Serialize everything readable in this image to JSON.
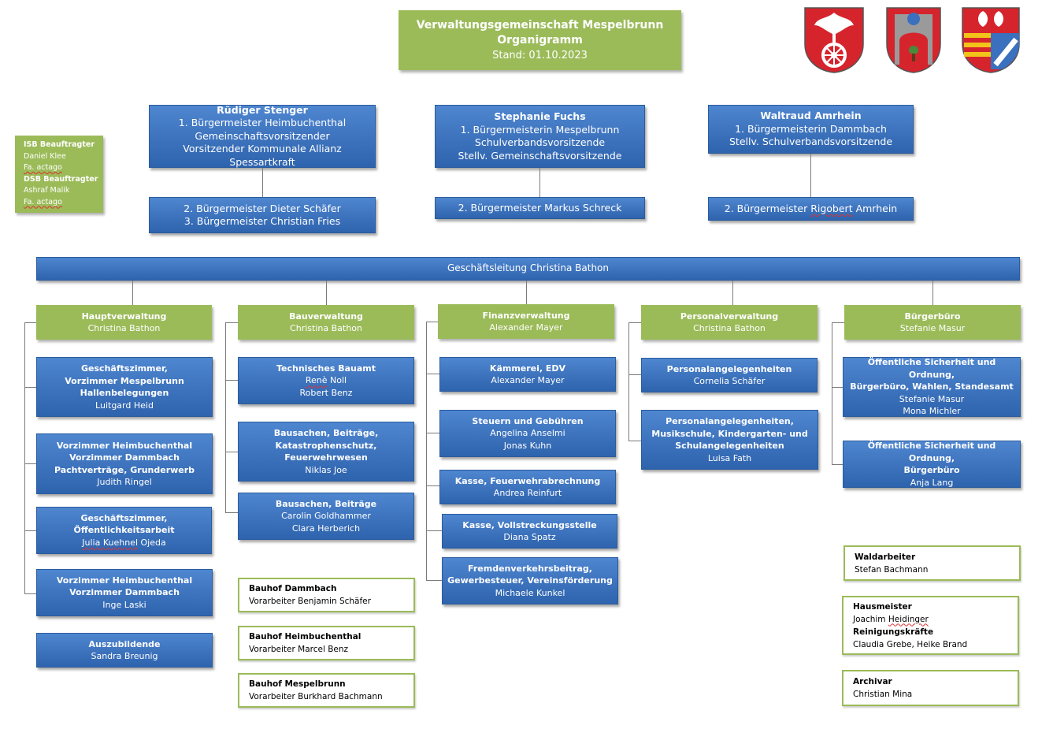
{
  "header": {
    "title1": "Verwaltungsgemeinschaft Mespelbrunn",
    "title2": "Organigramm",
    "stand": "Stand: 01.10.2023"
  },
  "isb": {
    "l1": "ISB Beauftragter",
    "l2": "Daniel Klee",
    "l3": "Fa. actago",
    "l4": "DSB Beauftragter",
    "l5": "Ashraf Malik",
    "l6": "Fa. actago"
  },
  "mayors": [
    {
      "name": "Rüdiger Stenger",
      "l1": "1. Bürgermeister Heimbuchenthal",
      "l2": "Gemeinschaftsvorsitzender",
      "l3": "Vorsitzender Kommunale Allianz Spessartkraft"
    },
    {
      "name": "Stephanie Fuchs",
      "l1": "1. Bürgermeisterin Mespelbrunn",
      "l2": "Schulverbandsvorsitzende",
      "l3": "Stellv. Gemeinschaftsvorsitzende"
    },
    {
      "name": "Waltraud Amrhein",
      "l1": "1. Bürgermeisterin Dammbach",
      "l2": "Stellv. Schulverbandsvorsitzende"
    }
  ],
  "deputies": [
    {
      "l1": "2. Bürgermeister Dieter Schäfer",
      "l2": "3. Bürgermeister Christian Fries"
    },
    {
      "l1": "2. Bürgermeister Markus Schreck"
    },
    {
      "l1": "2. Bürgermeister Rigobert Amrhein"
    }
  ],
  "management": "Geschäftsleitung Christina Bathon",
  "departments": [
    {
      "title": "Hauptverwaltung",
      "head": "Christina Bathon",
      "units": [
        {
          "lines": [
            "Geschäftszimmer,",
            "Vorzimmer Mespelbrunn",
            "Hallenbelegungen"
          ],
          "people": [
            "Luitgard Heid"
          ]
        },
        {
          "lines": [
            "Vorzimmer Heimbuchenthal",
            "Vorzimmer Dammbach",
            "Pachtverträge, Grunderwerb"
          ],
          "people": [
            "Judith Ringel"
          ]
        },
        {
          "lines": [
            "Geschäftszimmer,",
            "Öffentlichkeitsarbeit"
          ],
          "people": [
            "Julia Kuehnel Ojeda"
          ]
        },
        {
          "lines": [
            "Vorzimmer Heimbuchenthal",
            "Vorzimmer Dammbach"
          ],
          "people": [
            "Inge Laski"
          ]
        },
        {
          "lines": [
            "Auszubildende"
          ],
          "people": [
            "Sandra Breunig"
          ]
        }
      ]
    },
    {
      "title": "Bauverwaltung",
      "head": "Christina Bathon",
      "units": [
        {
          "lines": [
            "Technisches Bauamt"
          ],
          "people": [
            "Renè Noll",
            "Robert Benz"
          ]
        },
        {
          "lines": [
            "Bausachen, Beiträge,",
            "Katastrophenschutz,",
            "Feuerwehrwesen"
          ],
          "people": [
            "Niklas Joe"
          ]
        },
        {
          "lines": [
            "Bausachen, Beiträge"
          ],
          "people": [
            "Carolin Goldhammer",
            "Clara Herberich"
          ]
        }
      ]
    },
    {
      "title": "Finanzverwaltung",
      "head": "Alexander Mayer",
      "units": [
        {
          "lines": [
            "Kämmerei, EDV"
          ],
          "people": [
            "Alexander Mayer"
          ]
        },
        {
          "lines": [
            "Steuern und Gebühren"
          ],
          "people": [
            "Angelina Anselmi",
            "Jonas Kuhn"
          ]
        },
        {
          "lines": [
            "Kasse, Feuerwehrabrechnung"
          ],
          "people": [
            "Andrea Reinfurt"
          ]
        },
        {
          "lines": [
            "Kasse, Vollstreckungsstelle"
          ],
          "people": [
            "Diana Spatz"
          ]
        },
        {
          "lines": [
            "Fremdenverkehrsbeitrag,",
            "Gewerbesteuer, Vereinsförderung"
          ],
          "people": [
            "Michaele Kunkel"
          ]
        }
      ]
    },
    {
      "title": "Personalverwaltung",
      "head": "Christina Bathon",
      "units": [
        {
          "lines": [
            "Personalangelegenheiten"
          ],
          "people": [
            "Cornelia Schäfer"
          ]
        },
        {
          "lines": [
            "Personalangelegenheiten,",
            "Musikschule, Kindergarten- und",
            "Schulangelegenheiten"
          ],
          "people": [
            "Luisa Fath"
          ]
        }
      ]
    },
    {
      "title": "Bürgerbüro",
      "head": "Stefanie Masur",
      "units": [
        {
          "lines": [
            "Öffentliche Sicherheit und Ordnung,",
            "Bürgerbüro, Wahlen, Standesamt"
          ],
          "people": [
            "Stefanie Masur",
            "Mona Michler"
          ]
        },
        {
          "lines": [
            "Öffentliche Sicherheit und Ordnung,",
            "Bürgerbüro"
          ],
          "people": [
            "Anja Lang"
          ]
        }
      ]
    }
  ],
  "bauhof": [
    {
      "title": "Bauhof Dammbach",
      "person": "Vorarbeiter Benjamin Schäfer"
    },
    {
      "title": "Bauhof Heimbuchenthal",
      "person": "Vorarbeiter Marcel Benz"
    },
    {
      "title": "Bauhof Mespelbrunn",
      "person": "Vorarbeiter Burkhard Bachmann"
    }
  ],
  "others": [
    {
      "title": "Waldarbeiter",
      "person": "Stefan Bachmann"
    },
    {
      "title": "Hausmeister",
      "person": "Joachim Heidinger",
      "title2": "Reinigungskräfte",
      "person2": "Claudia Grebe, Heike Brand"
    },
    {
      "title": "Archivar",
      "person": "Christian Mina"
    }
  ],
  "colors": {
    "blue": "#3a70bd",
    "green": "#9bbb59",
    "crest_red": "#d6242d"
  },
  "icons": [
    "crest-heimbuchenthal-icon",
    "crest-mespelbrunn-icon",
    "crest-dammbach-icon"
  ]
}
